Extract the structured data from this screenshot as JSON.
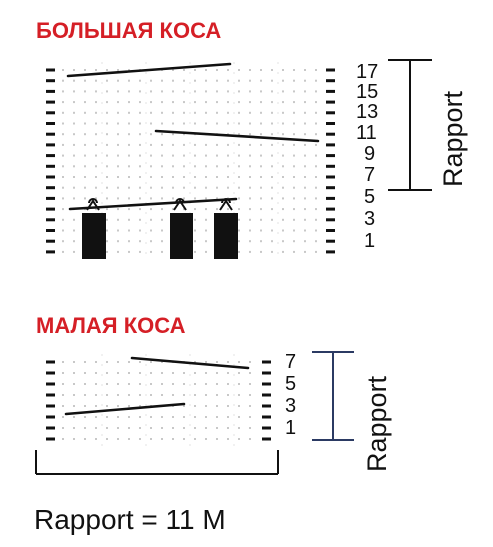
{
  "large_braid": {
    "title": "БОЛЬШАЯ КОСА",
    "row_numbers": [
      "17",
      "15",
      "13",
      "11",
      "9",
      "7",
      "5",
      "3",
      "1"
    ],
    "rapport_label": "Rapport",
    "rapport_rows": [
      "5",
      "17"
    ]
  },
  "small_braid": {
    "title": "МАЛАЯ КОСА",
    "row_numbers": [
      "7",
      "5",
      "3",
      "1"
    ],
    "rapport_label": "Rapport",
    "rapport_rows": [
      "1",
      "7"
    ]
  },
  "stitch_rapport": {
    "text": "Rapport = 11 M",
    "stitches": 11
  },
  "colors": {
    "title_red": "#d51f26",
    "ink": "#111111",
    "bracket_blue": "#2b3a63"
  }
}
